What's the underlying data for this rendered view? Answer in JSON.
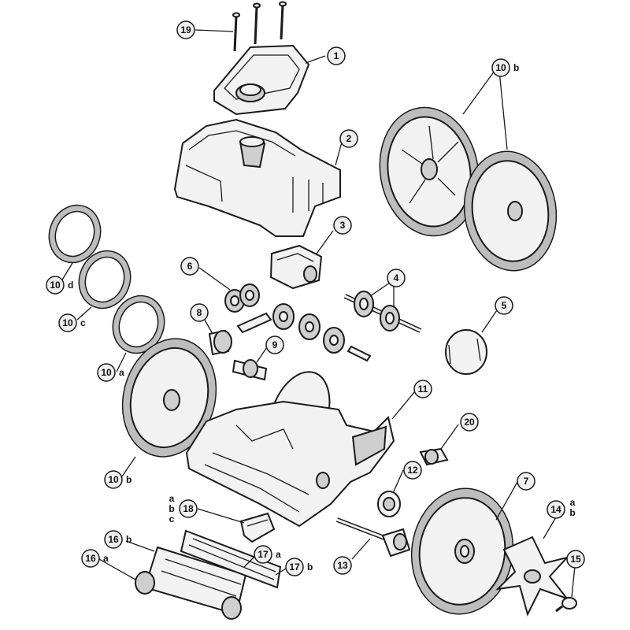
{
  "callouts": [
    {
      "id": "c19",
      "num": "19",
      "suffix": ""
    },
    {
      "id": "c1",
      "num": "1",
      "suffix": ""
    },
    {
      "id": "c2",
      "num": "2",
      "suffix": ""
    },
    {
      "id": "c10b-top",
      "num": "10",
      "suffix": "b"
    },
    {
      "id": "c3",
      "num": "3",
      "suffix": ""
    },
    {
      "id": "c6",
      "num": "6",
      "suffix": ""
    },
    {
      "id": "c4",
      "num": "4",
      "suffix": ""
    },
    {
      "id": "c10d",
      "num": "10",
      "suffix": "d"
    },
    {
      "id": "c10c",
      "num": "10",
      "suffix": "c"
    },
    {
      "id": "c8",
      "num": "8",
      "suffix": ""
    },
    {
      "id": "c5",
      "num": "5",
      "suffix": ""
    },
    {
      "id": "c9",
      "num": "9",
      "suffix": ""
    },
    {
      "id": "c10a",
      "num": "10",
      "suffix": "a"
    },
    {
      "id": "c11",
      "num": "11",
      "suffix": ""
    },
    {
      "id": "c20",
      "num": "20",
      "suffix": ""
    },
    {
      "id": "c10b-bottom",
      "num": "10",
      "suffix": "b"
    },
    {
      "id": "c12",
      "num": "12",
      "suffix": ""
    },
    {
      "id": "c7",
      "num": "7",
      "suffix": ""
    },
    {
      "id": "c18",
      "num": "18",
      "suffix": ""
    },
    {
      "id": "c14",
      "num": "14",
      "suffix": ""
    },
    {
      "id": "c16b",
      "num": "16",
      "suffix": "b"
    },
    {
      "id": "c16a",
      "num": "16",
      "suffix": "a"
    },
    {
      "id": "c17a",
      "num": "17",
      "suffix": "a"
    },
    {
      "id": "c17b",
      "num": "17",
      "suffix": "b"
    },
    {
      "id": "c13",
      "num": "13",
      "suffix": ""
    },
    {
      "id": "c15",
      "num": "15",
      "suffix": ""
    }
  ],
  "stacked_labels": {
    "c18_variants": [
      "a",
      "b",
      "c"
    ],
    "c14_variants": [
      "a",
      "b"
    ]
  }
}
